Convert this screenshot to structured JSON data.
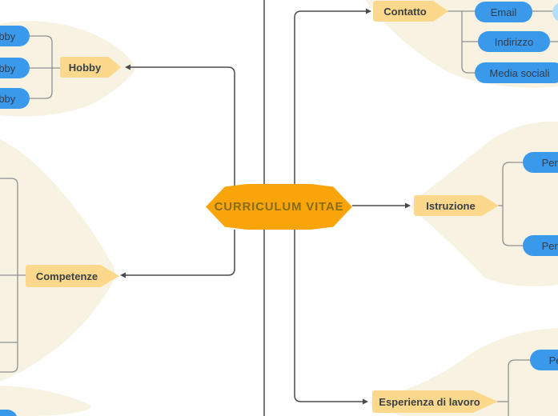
{
  "diagram": {
    "type": "mindmap",
    "root": {
      "label": "CURRICULUM VITAE"
    },
    "branches": [
      {
        "id": "contatto",
        "label": "Contatto",
        "children": [
          {
            "label": "Email"
          },
          {
            "label": "Indirizzo"
          },
          {
            "label": "Media sociali"
          }
        ]
      },
      {
        "id": "hobby",
        "label": "Hobby",
        "children": [
          {
            "label": "Hobby"
          },
          {
            "label": "Hobby"
          },
          {
            "label": "Hobby"
          }
        ]
      },
      {
        "id": "competenze",
        "label": "Competenze",
        "children": []
      },
      {
        "id": "istruzione",
        "label": "Istruzione",
        "children": [
          {
            "label": "Periodo"
          },
          {
            "label": "Periodo"
          }
        ]
      },
      {
        "id": "esperienza",
        "label": "Esperienza di lavoro",
        "children": [
          {
            "label": "Periodo"
          }
        ]
      }
    ],
    "colors": {
      "root_fill": "#F9A50A",
      "root_text": "#8A6C14",
      "branch_fill": "#FBD88C",
      "branch_text": "#3B4045",
      "child_fill": "#3B99EC",
      "child_text": "#2F3E4E",
      "grandchild_fill": "#B5DFF9",
      "blob_fill": "#F8F2E3",
      "line_main": "#4A4A4A",
      "line_comb": "#8F8F8F",
      "background": "#FFFFFF"
    }
  }
}
